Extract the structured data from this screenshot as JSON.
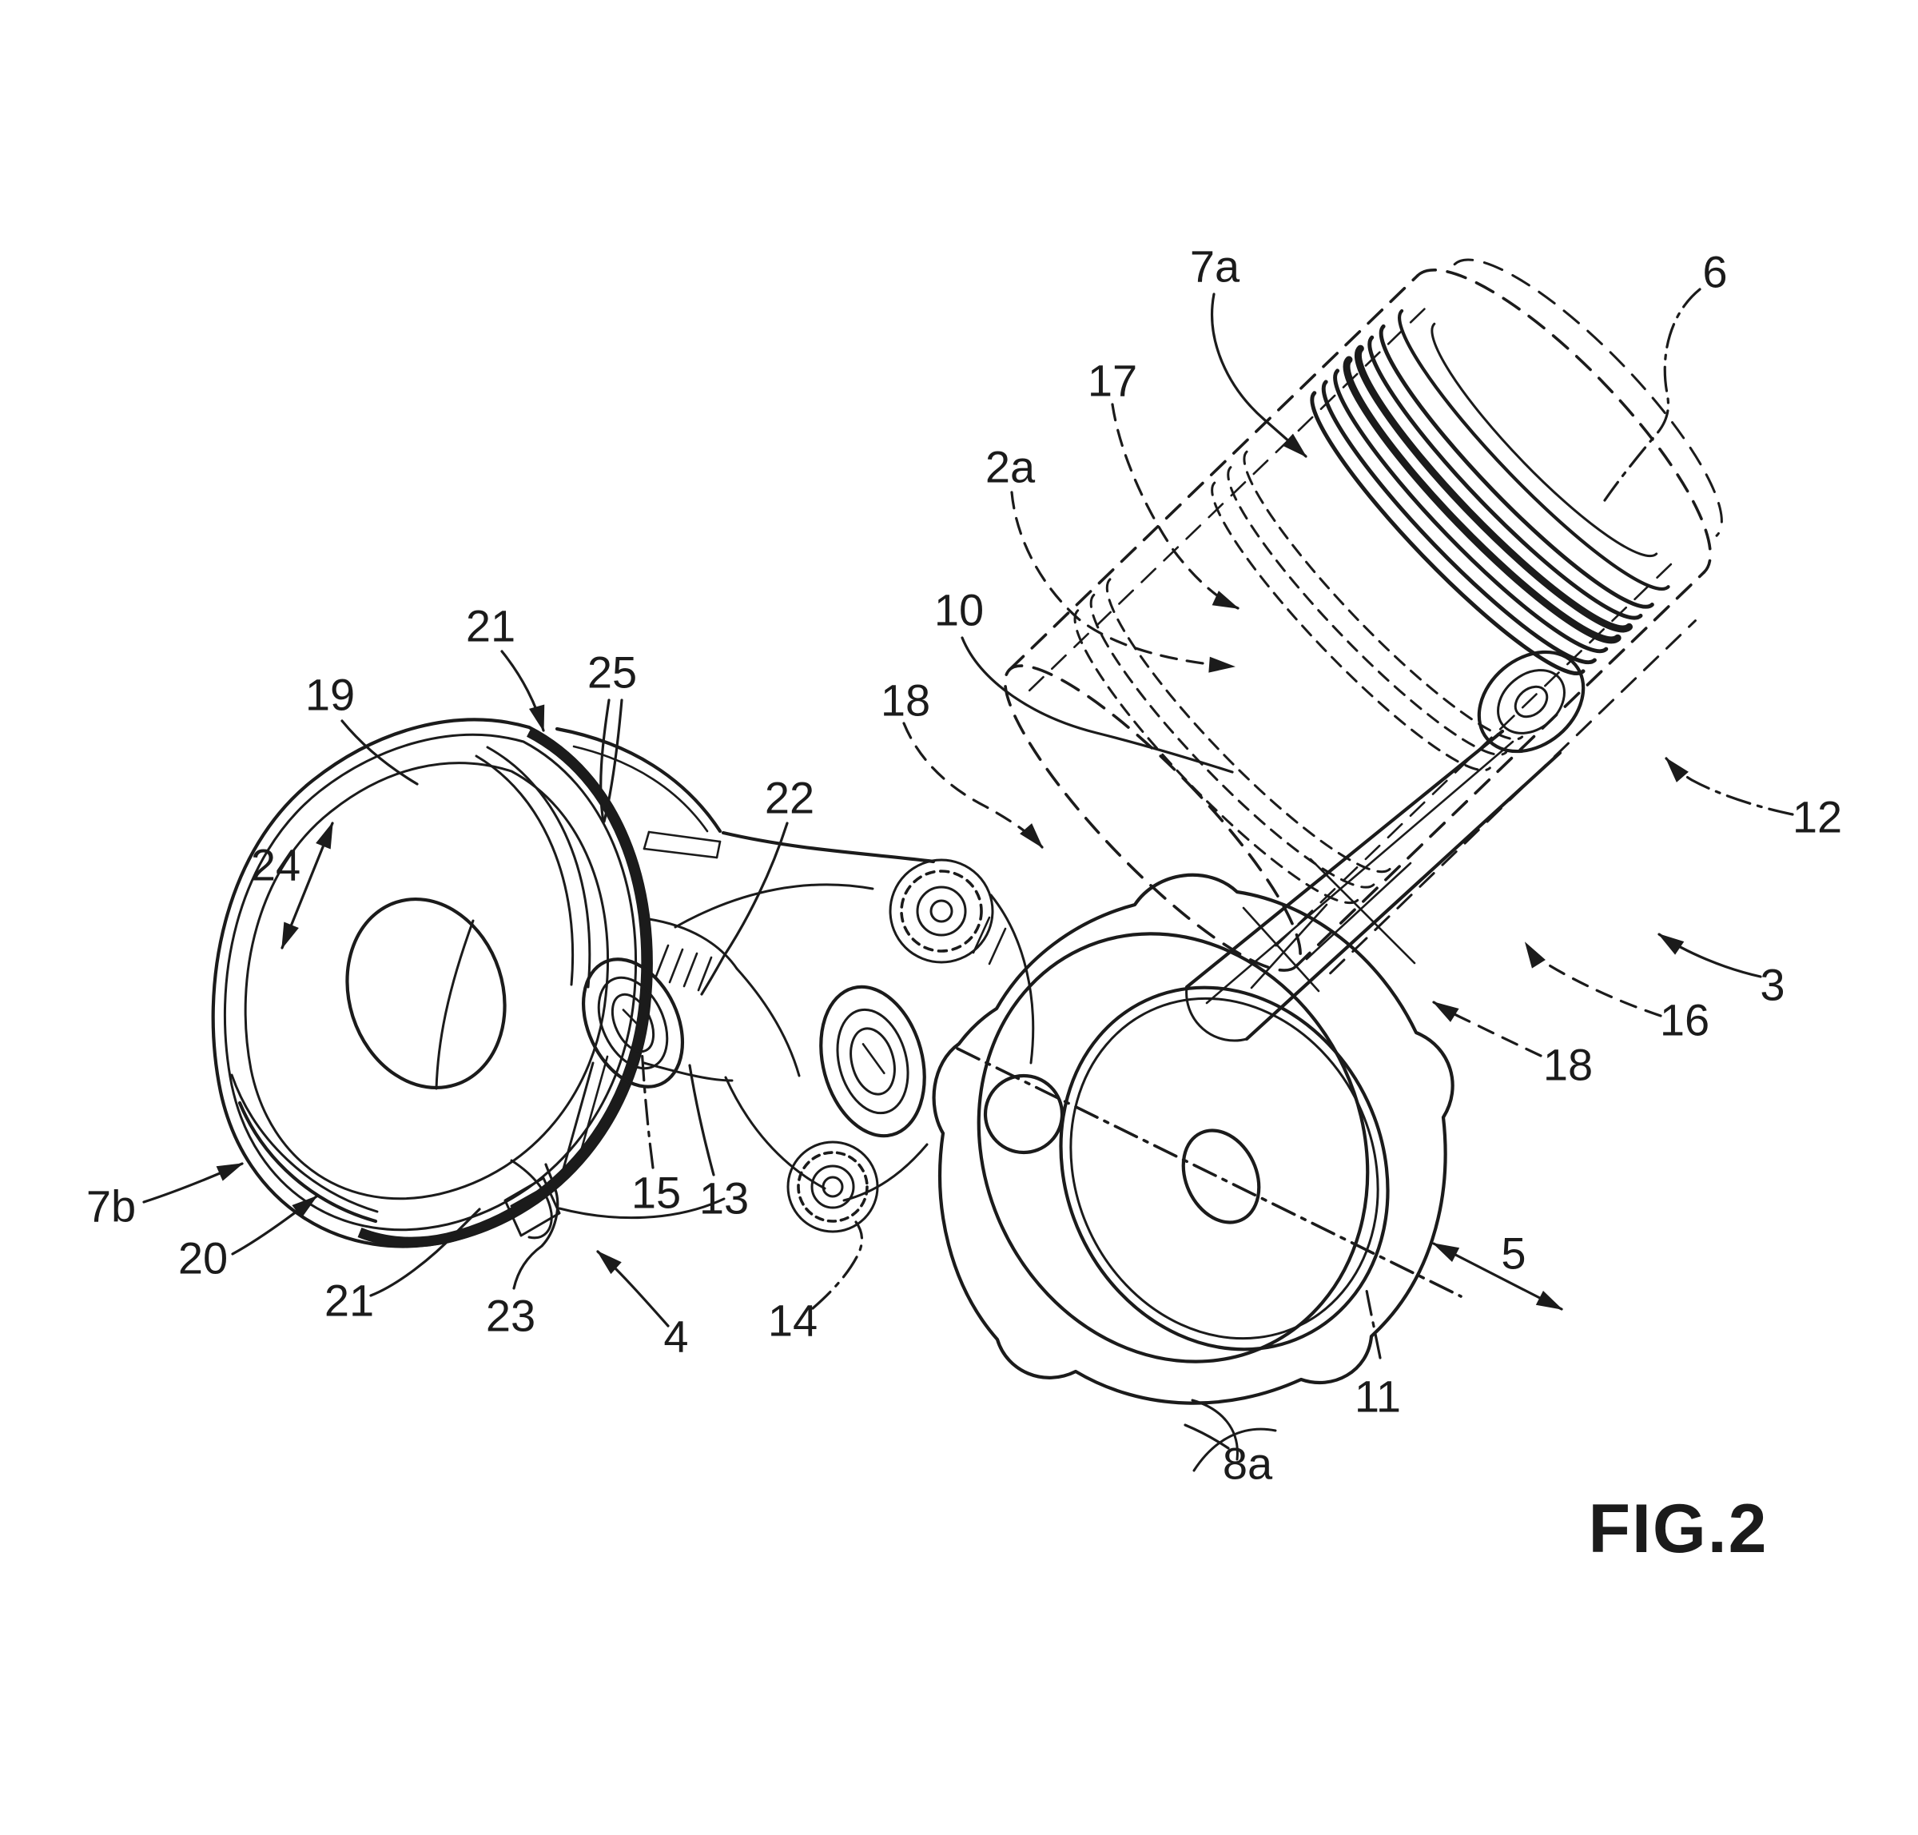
{
  "figure": {
    "caption": "FIG.2"
  },
  "reference_labels": [
    {
      "id": "7a",
      "text": "7a"
    },
    {
      "id": "6",
      "text": "6"
    },
    {
      "id": "17",
      "text": "17"
    },
    {
      "id": "2a",
      "text": "2a"
    },
    {
      "id": "10",
      "text": "10"
    },
    {
      "id": "18-upper",
      "text": "18"
    },
    {
      "id": "21-top",
      "text": "21"
    },
    {
      "id": "19",
      "text": "19"
    },
    {
      "id": "25",
      "text": "25"
    },
    {
      "id": "22",
      "text": "22"
    },
    {
      "id": "24",
      "text": "24"
    },
    {
      "id": "12",
      "text": "12"
    },
    {
      "id": "3",
      "text": "3"
    },
    {
      "id": "16",
      "text": "16"
    },
    {
      "id": "18-right",
      "text": "18"
    },
    {
      "id": "7b",
      "text": "7b"
    },
    {
      "id": "20",
      "text": "20"
    },
    {
      "id": "21-bottom",
      "text": "21"
    },
    {
      "id": "23",
      "text": "23"
    },
    {
      "id": "4",
      "text": "4"
    },
    {
      "id": "15",
      "text": "15"
    },
    {
      "id": "13",
      "text": "13"
    },
    {
      "id": "14",
      "text": "14"
    },
    {
      "id": "5",
      "text": "5"
    },
    {
      "id": "11",
      "text": "11"
    },
    {
      "id": "8a",
      "text": "8a"
    }
  ],
  "colors": {
    "ink": "#1b1b1b",
    "paper": "#ffffff"
  }
}
